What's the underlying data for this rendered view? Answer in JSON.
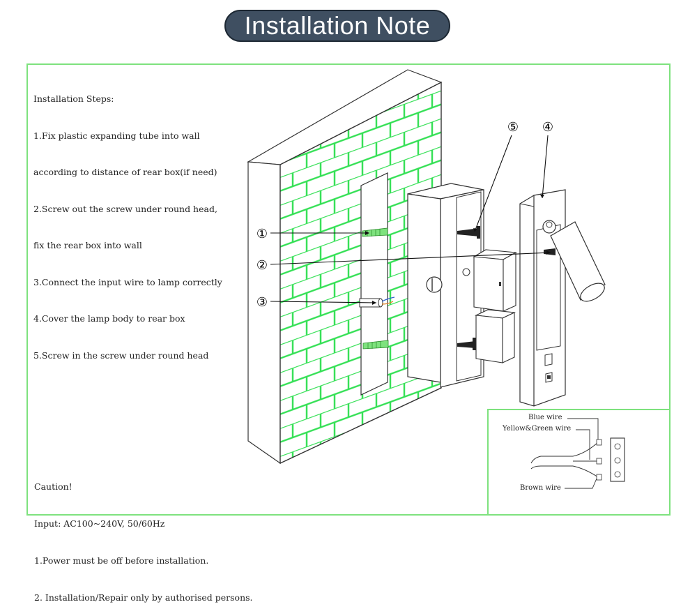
{
  "title": "Installation Note",
  "steps": {
    "heading": "Installation Steps:",
    "lines": [
      "1.Fix plastic expanding tube into wall",
      "according to distance of rear box(if need)",
      "2.Screw out the screw under round head,",
      "fix the rear box into wall",
      "3.Connect the input wire to lamp correctly",
      "4.Cover the lamp body to rear box",
      "5.Screw in the screw under round head"
    ]
  },
  "caution": {
    "heading": "Caution!",
    "lines": [
      "Input: AC100~240V, 50/60Hz",
      "1.Power must be off before installation.",
      "2. Installation/Repair only by authorised persons."
    ]
  },
  "callouts": [
    "①",
    "②",
    "③",
    "④",
    "⑤"
  ],
  "wiring": {
    "blue": "Blue wire",
    "yellow_green": "Yellow&Green wire",
    "brown": "Brown wire"
  },
  "colors": {
    "title_bg": "#3f4f61",
    "frame": "#7ee27e",
    "brick": "#33e054"
  }
}
